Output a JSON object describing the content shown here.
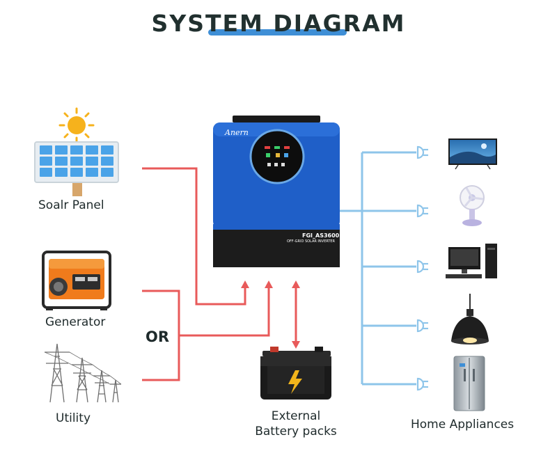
{
  "title": "SYSTEM DIAGRAM",
  "colors": {
    "title_accent": "#3f8fd6",
    "power_line": "#e85a5a",
    "load_line": "#8ec5ea",
    "inverter_body": "#1f5fc8",
    "inverter_base": "#1c1c1c"
  },
  "sources": [
    {
      "label": "Soalr Panel",
      "icon": "solar-panel-icon"
    },
    {
      "label": "Generator",
      "icon": "generator-icon"
    },
    {
      "label": "Utility",
      "icon": "power-tower-icon"
    }
  ],
  "or_label": "OR",
  "inverter": {
    "brand": "Anern",
    "model": "FGI_AS3600",
    "subtitle": "OFF-GRID SOLAR INVERTER"
  },
  "battery": {
    "label_line1": "External",
    "label_line2": "Battery packs",
    "icon": "battery-icon"
  },
  "appliances": {
    "label": "Home Appliances",
    "items": [
      "tv-icon",
      "fan-icon",
      "computer-icon",
      "lamp-icon",
      "refrigerator-icon"
    ]
  }
}
